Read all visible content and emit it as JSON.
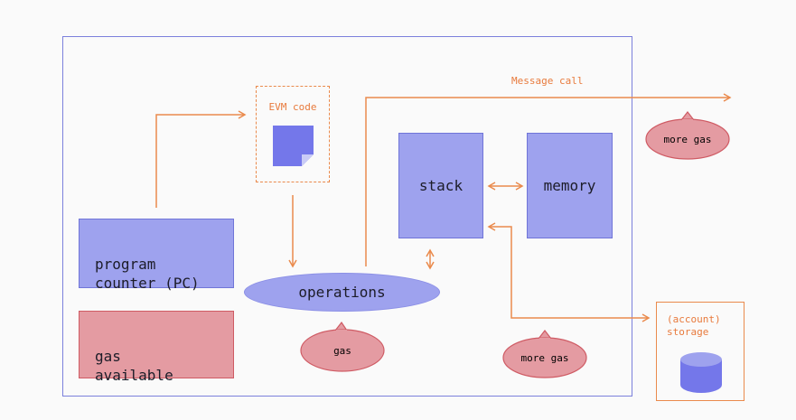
{
  "diagram": {
    "evm_code_label": "EVM code",
    "program_counter_label": "program\ncounter (PC)",
    "gas_available_label": "gas\navailable",
    "stack_label": "stack",
    "memory_label": "memory",
    "operations_label": "operations",
    "message_call_label": "Message call",
    "storage_label": "(account)\nstorage",
    "gas_bubble": "gas",
    "more_gas_bubble_top": "more gas",
    "more_gas_bubble_bottom": "more gas"
  },
  "colors": {
    "accent_orange": "#ea8a4c",
    "box_blue": "#9ea2ee",
    "box_red": "#e49ba2",
    "frame": "#7b80dc"
  }
}
